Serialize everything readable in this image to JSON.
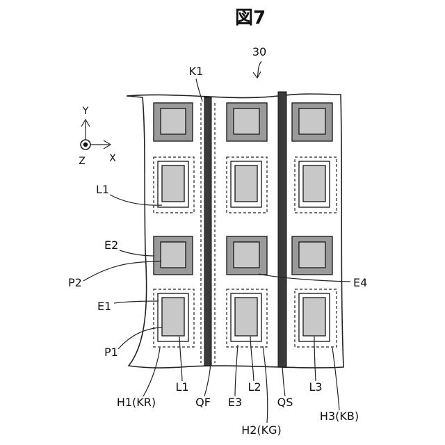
{
  "figure": {
    "title": "図7",
    "reference": "30"
  },
  "axes": {
    "y": "Y",
    "x": "X",
    "z": "Z"
  },
  "labels": {
    "k1": "K1",
    "l1_upper": "L1",
    "e2": "E2",
    "p2": "P2",
    "e1": "E1",
    "p1": "P1",
    "e4": "E4",
    "h1": "H1(KR)",
    "l1_lower": "L1",
    "qf": "QF",
    "e3": "E3",
    "l2": "L2",
    "h2": "H2(KG)",
    "qs": "QS",
    "l3": "L3",
    "h3": "H3(KB)"
  }
}
